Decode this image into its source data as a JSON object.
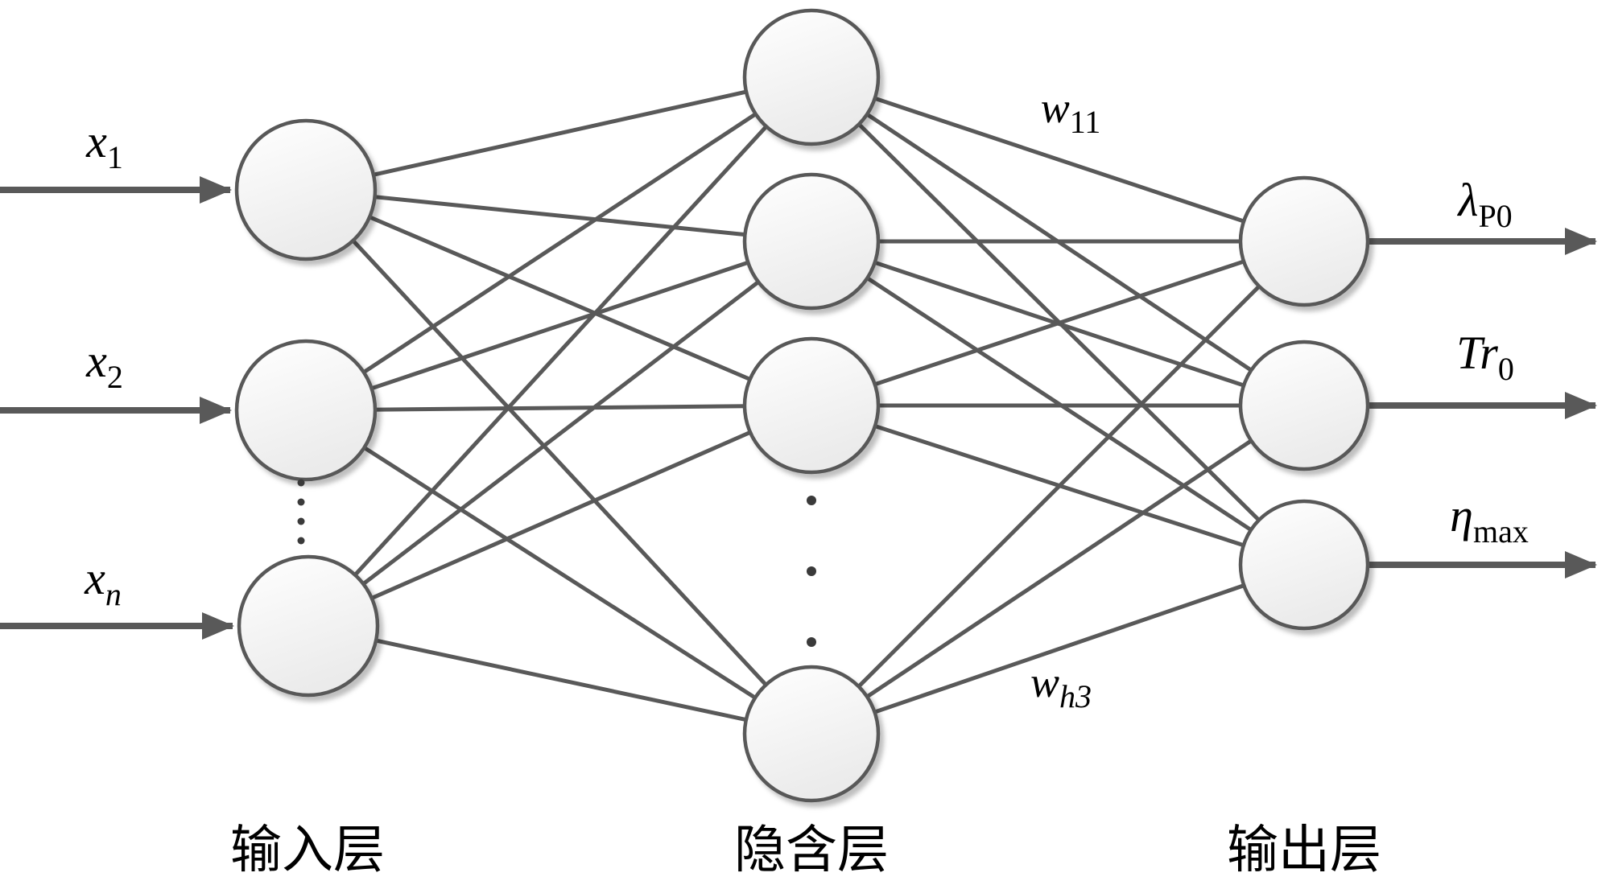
{
  "diagram_type": "neural-network",
  "colors": {
    "line": "#595959",
    "node_stroke": "#595959",
    "node_fill_top": "#fdfdfd",
    "node_fill_bottom": "#ebebeb",
    "text": "#000000",
    "background": "#ffffff"
  },
  "structure": {
    "input_nodes_shown": 3,
    "hidden_nodes_shown": 4,
    "output_nodes_shown": 3,
    "input_hidden_fully_connected": true,
    "hidden_output_fully_connected": true
  },
  "input_labels": [
    {
      "main": "x",
      "sub": "1"
    },
    {
      "main": "x",
      "sub": "2"
    },
    {
      "main": "x",
      "sub": "n"
    }
  ],
  "output_labels": [
    {
      "main": "λ",
      "sub": "P0"
    },
    {
      "main": "Tr",
      "sub": "0"
    },
    {
      "main": "η",
      "sub": "max"
    }
  ],
  "weight_labels": [
    {
      "main": "w",
      "sub": "11"
    },
    {
      "main": "w",
      "sub": "h3"
    }
  ],
  "layer_labels": {
    "input": "输入层",
    "hidden": "隐含层",
    "output": "输出层"
  }
}
